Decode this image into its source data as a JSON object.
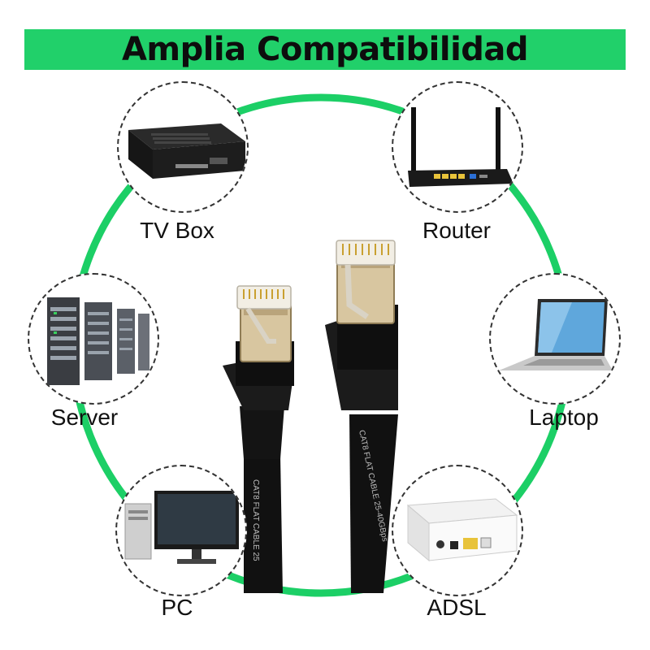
{
  "banner": {
    "title": "Amplia Compatibilidad",
    "color": "#21d06a"
  },
  "ring_color": "#1ccf66",
  "devices": [
    {
      "id": "tv-box",
      "label": "TV Box",
      "icon": "tv-box-icon"
    },
    {
      "id": "router",
      "label": "Router",
      "icon": "router-icon"
    },
    {
      "id": "server",
      "label": "Server",
      "icon": "server-rack-icon"
    },
    {
      "id": "laptop",
      "label": "Laptop",
      "icon": "laptop-icon"
    },
    {
      "id": "pc",
      "label": "PC",
      "icon": "desktop-pc-icon"
    },
    {
      "id": "adsl",
      "label": "ADSL",
      "icon": "adsl-modem-icon"
    }
  ],
  "cable": {
    "print_left": "CAT8 FLAT CABLE 25",
    "print_right": "CAT8 FLAT CABLE 25-40GBps"
  }
}
